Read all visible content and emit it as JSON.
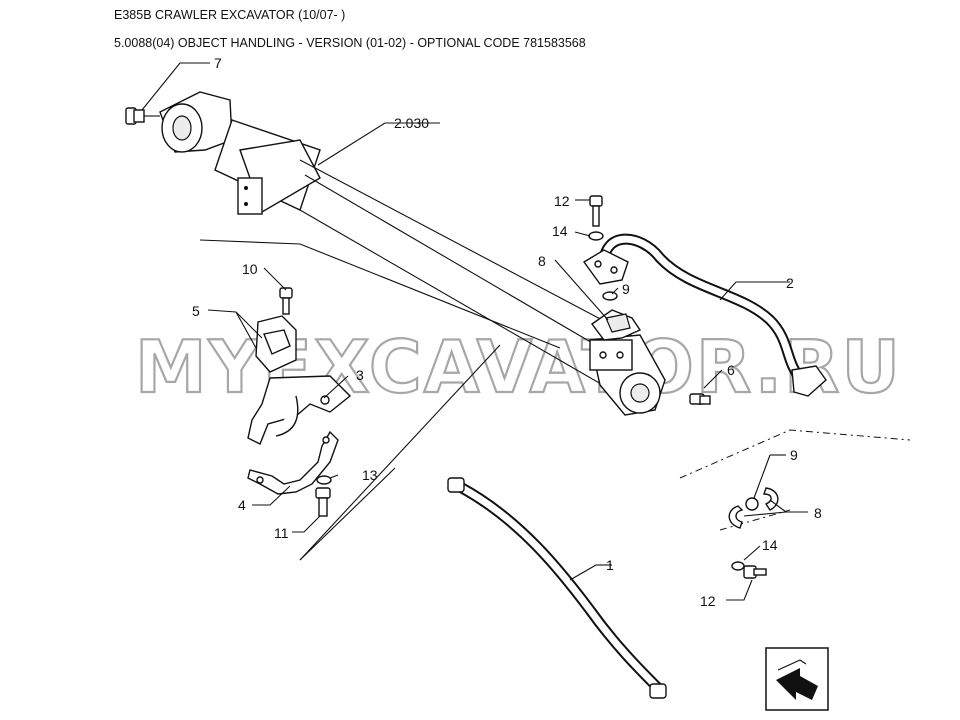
{
  "header": {
    "title": "E385B CRAWLER EXCAVATOR (10/07- )",
    "subtitle": "5.0088(04) OBJECT HANDLING - VERSION (01-02) - OPTIONAL CODE 781583568"
  },
  "watermark": "MYEXCAVATOR.RU",
  "callouts": {
    "c7": "7",
    "c2030": "2.030",
    "c12a": "12",
    "c14a": "14",
    "c8a": "8",
    "c9a": "9",
    "c2": "2",
    "c10": "10",
    "c5": "5",
    "c3": "3",
    "c6": "6",
    "c9b": "9",
    "c8b": "8",
    "c13": "13",
    "c4": "4",
    "c11": "11",
    "c1": "1",
    "c14b": "14",
    "c12b": "12"
  },
  "nav": {
    "icon": "next-page-arrow-icon"
  }
}
